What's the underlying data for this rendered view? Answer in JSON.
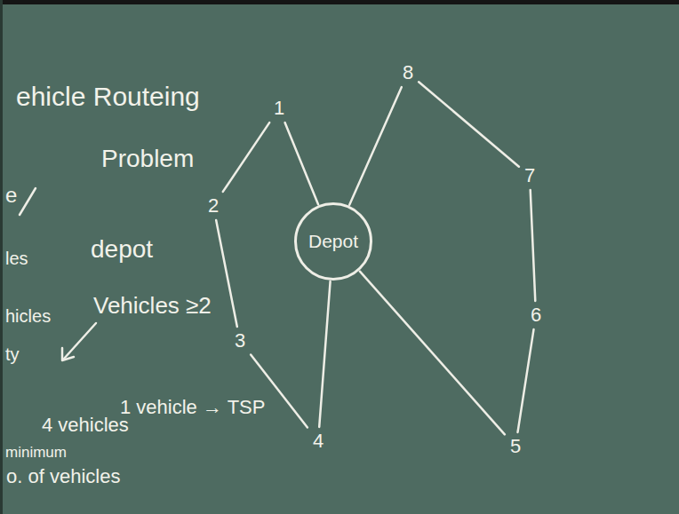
{
  "diagram": {
    "nodes": [
      {
        "text": [
          "Depot"
        ]
      },
      {
        "text": [
          "1"
        ]
      },
      {
        "text": [
          "2"
        ]
      },
      {
        "text": [
          "3"
        ]
      },
      {
        "text": [
          "4"
        ]
      },
      {
        "text": [
          "5"
        ]
      },
      {
        "text": [
          "6"
        ]
      },
      {
        "text": [
          "7"
        ]
      },
      {
        "text": [
          "8"
        ]
      }
    ],
    "edges": [
      {
        "from": 0,
        "to": 1,
        "arrow": "none"
      },
      {
        "from": 1,
        "to": 2,
        "arrow": "none"
      },
      {
        "from": 2,
        "to": 3,
        "arrow": "none"
      },
      {
        "from": 3,
        "to": 4,
        "arrow": "none"
      },
      {
        "from": 4,
        "to": 0,
        "arrow": "none"
      },
      {
        "from": 0,
        "to": 8,
        "arrow": "none"
      },
      {
        "from": 8,
        "to": 7,
        "arrow": "none"
      },
      {
        "from": 7,
        "to": 6,
        "arrow": "none"
      },
      {
        "from": 6,
        "to": 5,
        "arrow": "none"
      },
      {
        "from": 5,
        "to": 0,
        "arrow": "none"
      }
    ],
    "labels": [
      "ehicle Routeing",
      "Problem",
      "e",
      "les",
      "depot",
      "Vehicles ≥2",
      "hicles",
      "ty",
      "1 vehicle → TSP",
      "4 vehicles",
      "minimum",
      "o. of vehicles"
    ]
  }
}
